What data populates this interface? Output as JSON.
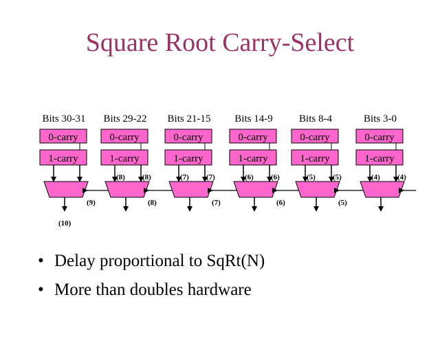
{
  "title": "Square Root Carry-Select",
  "stages": [
    {
      "bits": "Bits 30-31",
      "zero": "0-carry",
      "one": "1-carry",
      "in_left": "",
      "in_right": ""
    },
    {
      "bits": "Bits 29-22",
      "zero": "0-carry",
      "one": "1-carry",
      "in_left": "(8)",
      "in_right": "(8)"
    },
    {
      "bits": "Bits 21-15",
      "zero": "0-carry",
      "one": "1-carry",
      "in_left": "(7)",
      "in_right": "(7)"
    },
    {
      "bits": "Bits 14-9",
      "zero": "0-carry",
      "one": "1-carry",
      "in_left": "(6)",
      "in_right": "(6)"
    },
    {
      "bits": "Bits 8-4",
      "zero": "0-carry",
      "one": "1-carry",
      "in_left": "(5)",
      "in_right": "(5)"
    },
    {
      "bits": "Bits 3-0",
      "zero": "0-carry",
      "one": "1-carry",
      "in_left": "(4)",
      "in_right": "(4)"
    }
  ],
  "carry_labels": [
    "(9)",
    "(8)",
    "(7)",
    "(6)",
    "(5)"
  ],
  "final_label": "(10)",
  "bullets": [
    "Delay proportional to SqRt(N)",
    "More than doubles hardware"
  ],
  "colors": {
    "title": "#993366",
    "block": "#ff66cc"
  }
}
